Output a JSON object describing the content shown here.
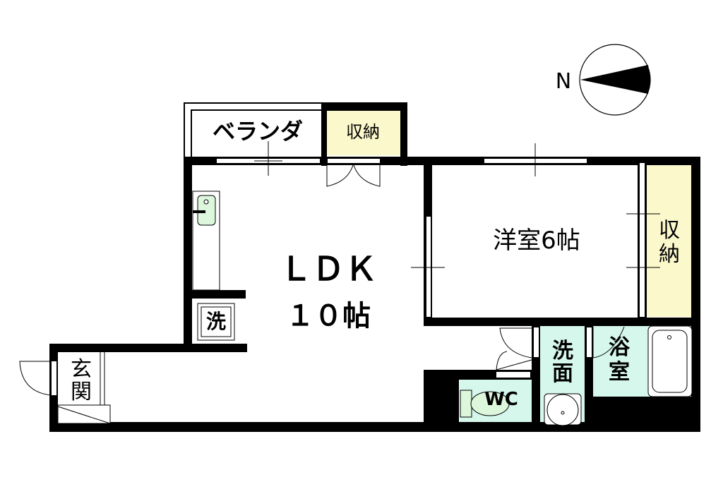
{
  "compass": {
    "label": "N"
  },
  "rooms": {
    "balcony": {
      "label": "ベランダ"
    },
    "storage_top": {
      "label": "収納"
    },
    "ldk": {
      "line1": "ＬＤＫ",
      "line2": "１０帖"
    },
    "western_room": {
      "label": "洋室6帖"
    },
    "storage_right": {
      "line1": "収",
      "line2": "納"
    },
    "laundry": {
      "label": "洗"
    },
    "entrance": {
      "line1": "玄",
      "line2": "関"
    },
    "washroom": {
      "line1": "洗",
      "line2": "面"
    },
    "bathroom": {
      "line1": "浴",
      "line2": "室"
    },
    "toilet": {
      "label": "WC"
    }
  },
  "colors": {
    "wall": "#000000",
    "storage": "#fbf8cc",
    "wet_area": "#d6f7ec",
    "fixture": "#ddf7dd"
  }
}
